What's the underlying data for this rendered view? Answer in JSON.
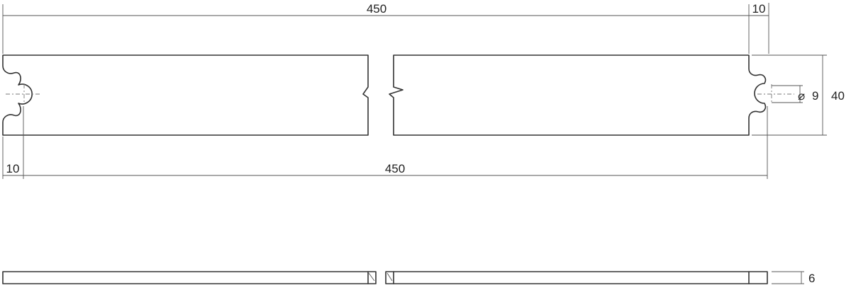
{
  "dimensions": {
    "top_length": "450",
    "top_offset": "10",
    "bottom_offset": "10",
    "bottom_length": "450",
    "height": "40",
    "hole_diameter": "9",
    "thickness": "6"
  },
  "symbols": {
    "diameter": "⌀"
  },
  "colors": {
    "line": "#333333",
    "dimension": "#555555",
    "background": "#ffffff"
  }
}
